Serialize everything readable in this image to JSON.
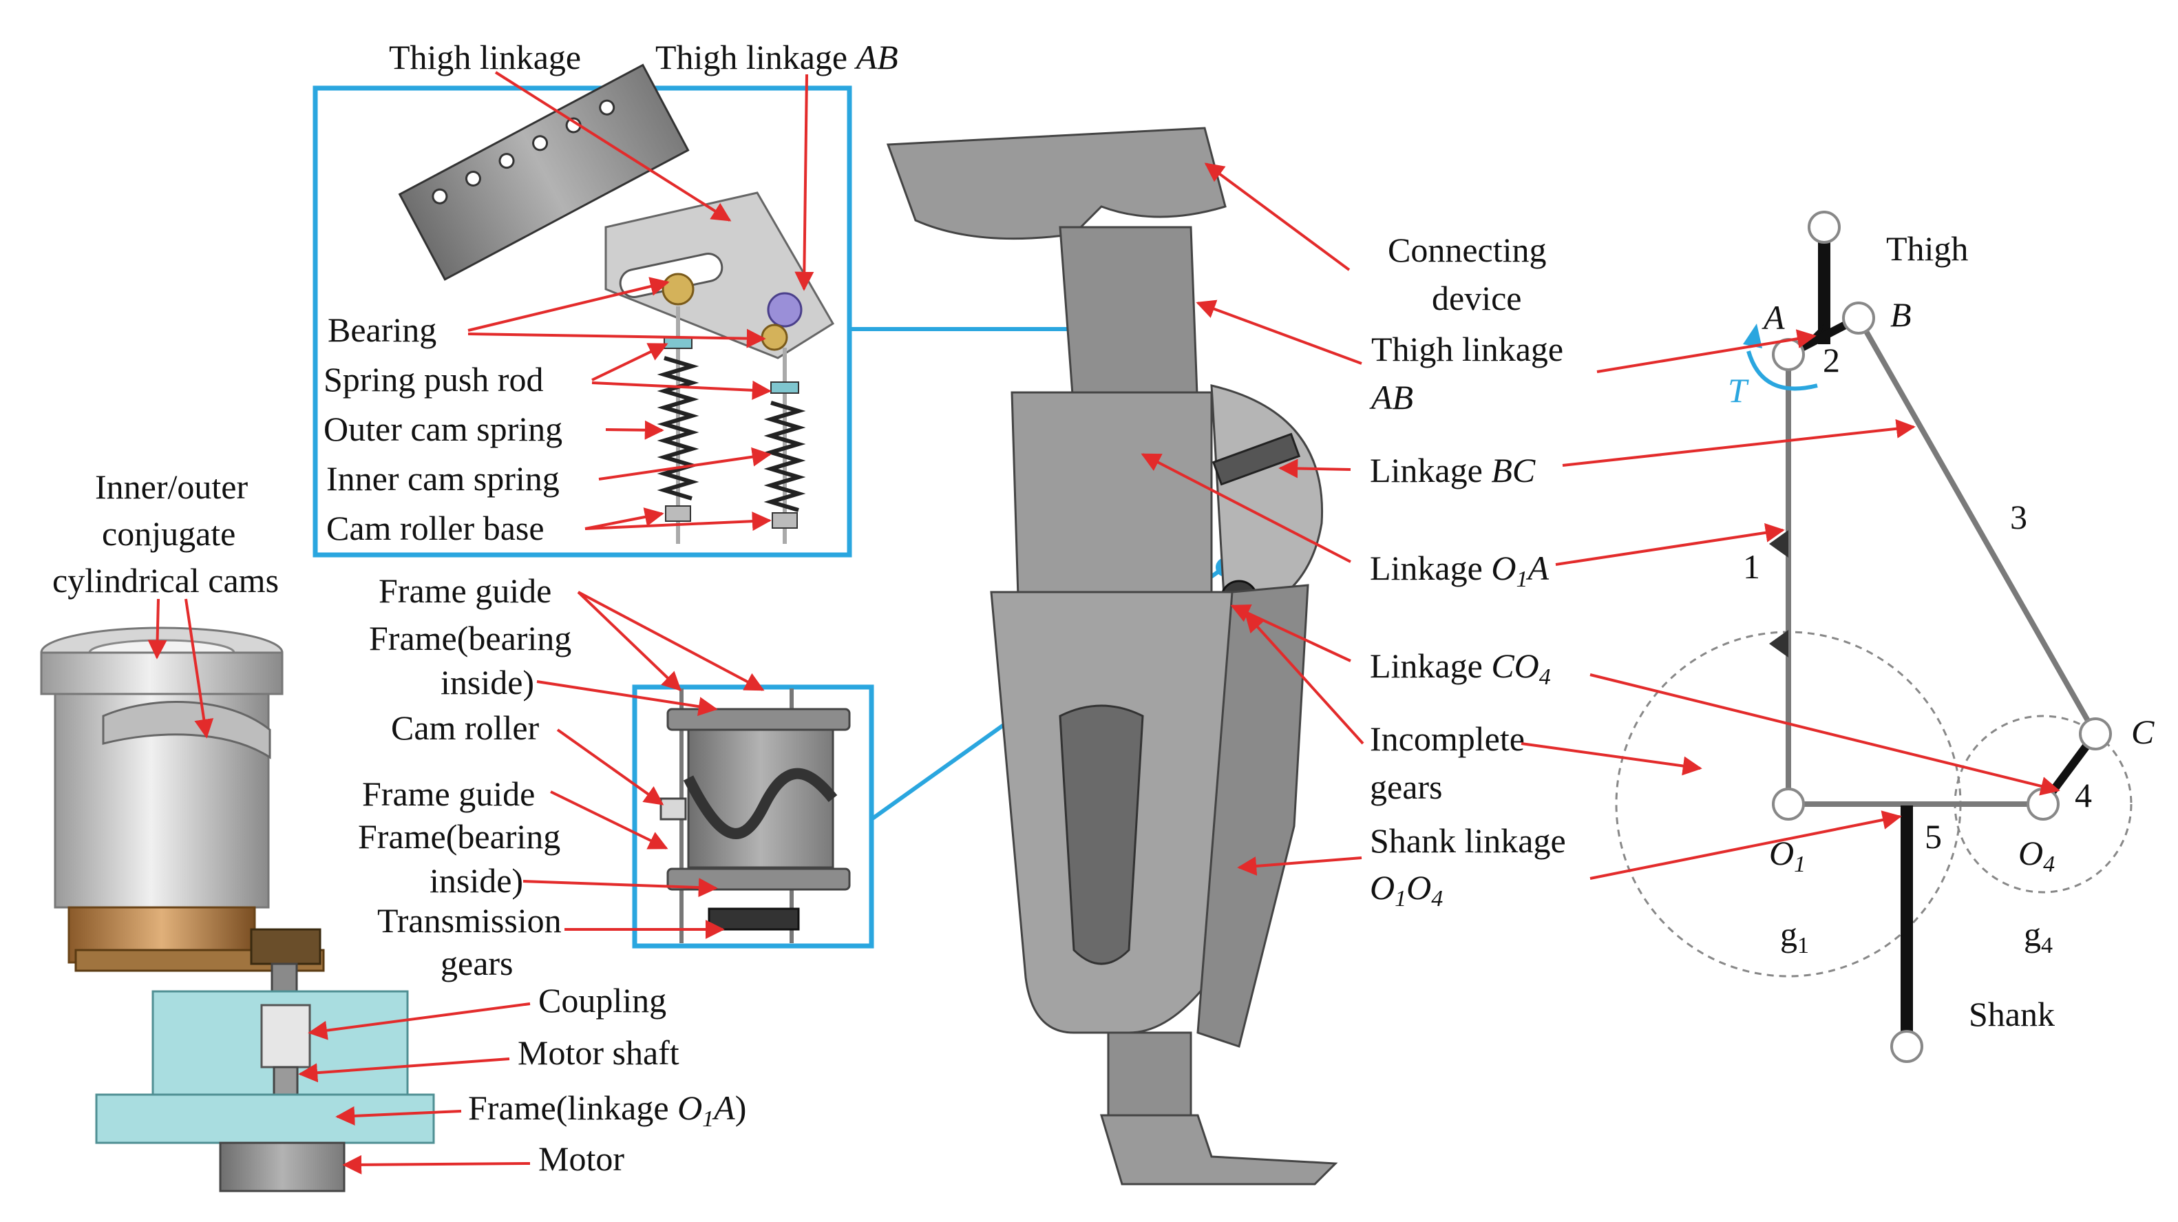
{
  "detail_top": {
    "thigh_linkage": "Thigh linkage",
    "thigh_linkage_ab": "Thigh linkage",
    "thigh_linkage_ab_it": "AB",
    "bearing": "Bearing",
    "spring_push_rod": "Spring push rod",
    "outer_cam_spring": "Outer cam spring",
    "inner_cam_spring": "Inner cam spring",
    "cam_roller_base": "Cam roller base"
  },
  "detail_mid": {
    "frame_guide_1": "Frame guide",
    "frame_bearing_1_a": "Frame(bearing",
    "frame_bearing_1_b": "inside)",
    "cam_roller": "Cam roller",
    "frame_guide_2": "Frame guide",
    "frame_bearing_2_a": "Frame(bearing",
    "frame_bearing_2_b": "inside)",
    "transmission_a": "Transmission",
    "transmission_b": "gears"
  },
  "left_assembly": {
    "cams_a": "Inner/outer",
    "cams_b": "conjugate",
    "cams_c": "cylindrical cams",
    "coupling": "Coupling",
    "motor_shaft": "Motor shaft",
    "frame_linkage_pre": "Frame(linkage ",
    "frame_linkage_it": "O",
    "frame_linkage_sub": "1",
    "frame_linkage_it2": "A",
    "frame_linkage_post": ")",
    "motor": "Motor"
  },
  "center_labels": {
    "connecting_a": "Connecting",
    "connecting_b": "device",
    "thigh_ab_a": "Thigh linkage",
    "thigh_ab_b": "AB",
    "linkage_bc_pre": "Linkage ",
    "linkage_bc_it": "BC",
    "linkage_o1a_pre": "Linkage ",
    "linkage_o1a_it": "O",
    "linkage_o1a_sub": "1",
    "linkage_o1a_it2": "A",
    "linkage_co4_pre": "Linkage ",
    "linkage_co4_it": "CO",
    "linkage_co4_sub": "4",
    "incomplete_a": "Incomplete",
    "incomplete_b": "gears",
    "shank_a": "Shank linkage",
    "shank_b_it": "O",
    "shank_b_sub": "1",
    "shank_b_it2": "O",
    "shank_b_sub2": "4"
  },
  "schematic": {
    "thigh": "Thigh",
    "shank": "Shank",
    "A": "A",
    "B": "B",
    "C": "C",
    "T": "T",
    "n1": "1",
    "n2": "2",
    "n3": "3",
    "n4": "4",
    "n5": "5",
    "O1": "O",
    "O1_sub": "1",
    "O4": "O",
    "O4_sub": "4",
    "g1": "g",
    "g1_sub": "1",
    "g4": "g",
    "g4_sub": "4"
  },
  "colors": {
    "arrow": "#e32b2b",
    "callout_frame": "#2aa6df",
    "metal": "#8f8f8f",
    "cyan_frame": "#a9dde0",
    "gear_bronze": "#c8965a"
  }
}
